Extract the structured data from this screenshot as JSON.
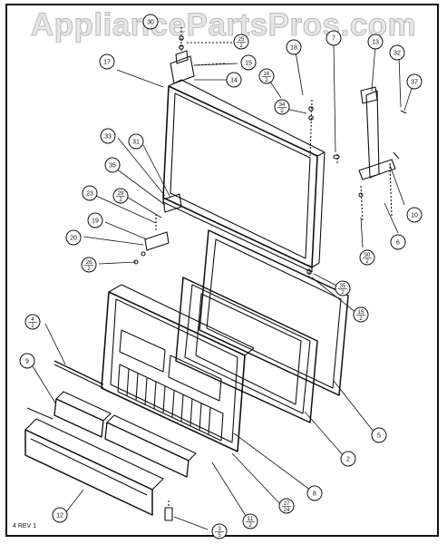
{
  "watermark": "AppliancePartsPros.com",
  "revision_note": "4 REV 1",
  "callouts": [
    {
      "id": "c30",
      "text": "30"
    },
    {
      "id": "c25",
      "num": "25",
      "den": "2"
    },
    {
      "id": "c15",
      "text": "15"
    },
    {
      "id": "c14",
      "text": "14"
    },
    {
      "id": "c17",
      "text": "17"
    },
    {
      "id": "c18",
      "text": "18"
    },
    {
      "id": "c16",
      "num": "16",
      "den": "2"
    },
    {
      "id": "c7",
      "text": "7"
    },
    {
      "id": "c13",
      "text": "13"
    },
    {
      "id": "c32",
      "text": "32"
    },
    {
      "id": "c37",
      "text": "37"
    },
    {
      "id": "c34",
      "num": "34",
      "den": "2"
    },
    {
      "id": "c33",
      "text": "33"
    },
    {
      "id": "c31",
      "text": "31"
    },
    {
      "id": "c35",
      "text": "35"
    },
    {
      "id": "c23",
      "text": "23"
    },
    {
      "id": "c29",
      "num": "29",
      "den": "2"
    },
    {
      "id": "c19",
      "text": "19"
    },
    {
      "id": "c20",
      "text": "20"
    },
    {
      "id": "c26",
      "num": "26",
      "den": "2"
    },
    {
      "id": "c10",
      "text": "10"
    },
    {
      "id": "c6",
      "text": "6"
    },
    {
      "id": "c30b",
      "num": "30",
      "den": "2"
    },
    {
      "id": "c35b",
      "num": "35",
      "den": "2"
    },
    {
      "id": "c15b",
      "num": "15",
      "den": "2"
    },
    {
      "id": "c4",
      "num": "4",
      "den": "2"
    },
    {
      "id": "c9",
      "text": "9"
    },
    {
      "id": "c5",
      "text": "5"
    },
    {
      "id": "c2",
      "text": "2"
    },
    {
      "id": "c8",
      "text": "8"
    },
    {
      "id": "c27",
      "num": "27",
      "den": "24"
    },
    {
      "id": "c11",
      "num": "11",
      "den": "2"
    },
    {
      "id": "c12",
      "text": "12"
    },
    {
      "id": "c3",
      "num": "3",
      "den": "5"
    }
  ]
}
